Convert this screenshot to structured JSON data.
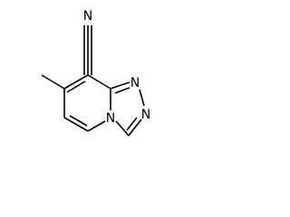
{
  "molecule": {
    "atoms": {
      "nitrile_n": "N",
      "triazole_n1": "N",
      "triazole_n2": "N",
      "bridgehead_n": "N"
    }
  },
  "colors": {
    "bond": "#000000",
    "label": "#000000",
    "background": "#ffffff"
  }
}
